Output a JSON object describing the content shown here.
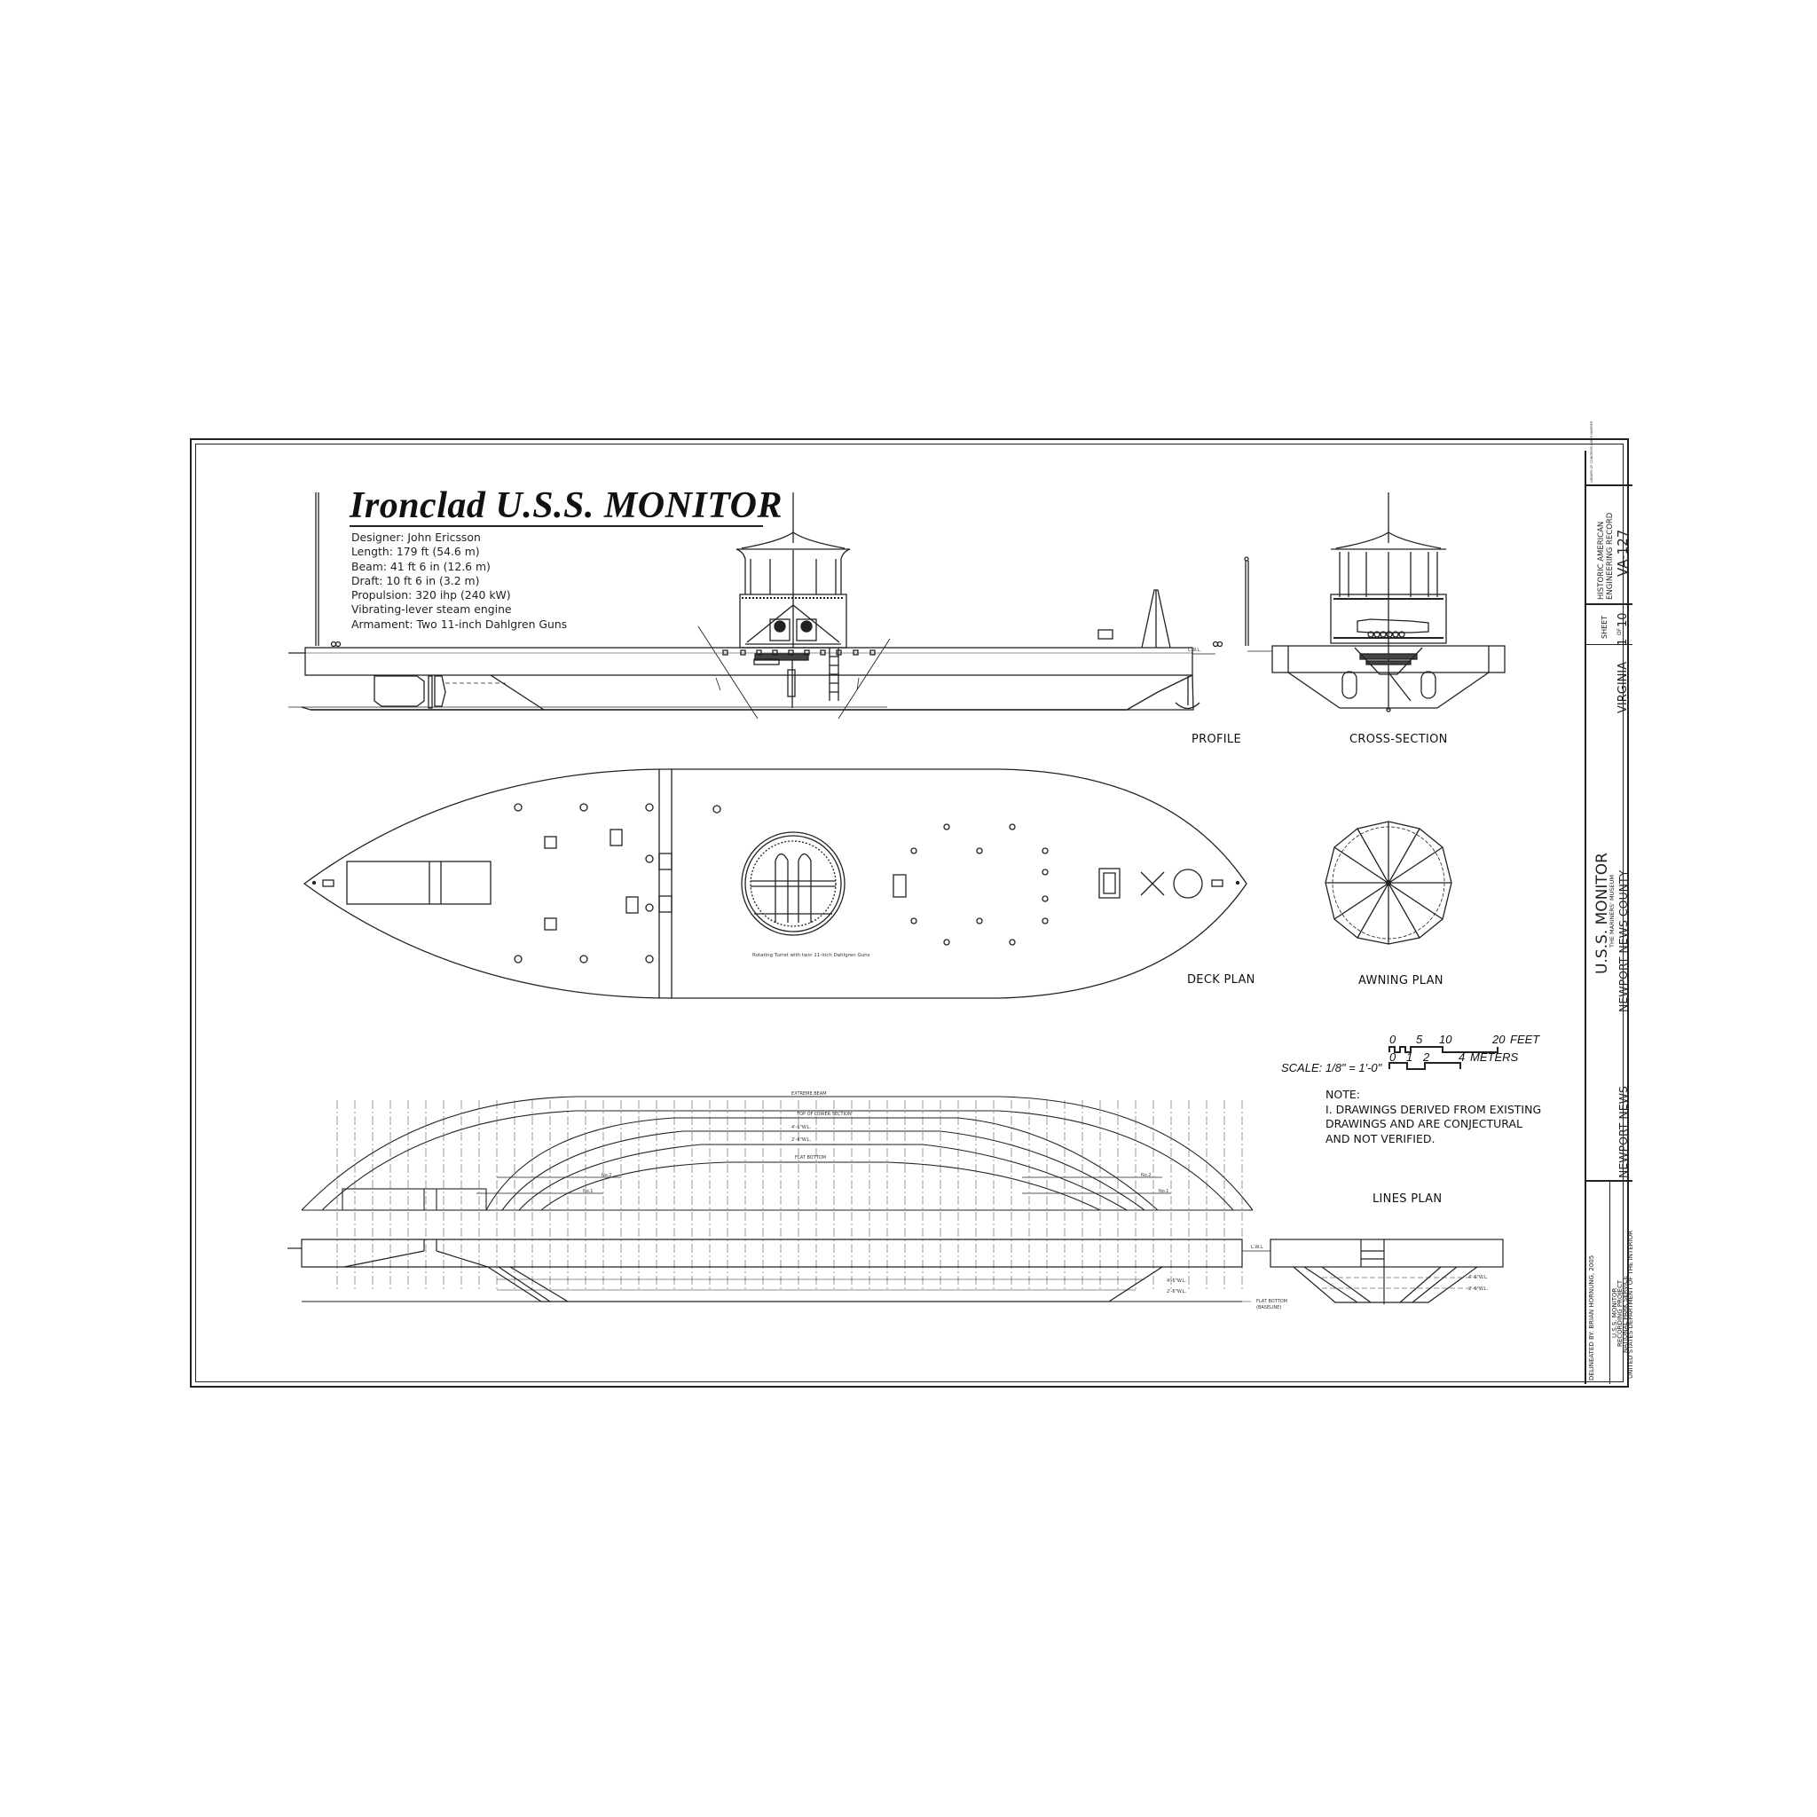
{
  "sheet": {
    "title": "Ironclad U.S.S. MONITOR",
    "specs": [
      "Designer: John Ericsson",
      "Length: 179 ft (54.6 m)",
      "Beam: 41 ft 6 in (12.6 m)",
      "Draft: 10 ft 6 in (3.2 m)",
      "Propulsion: 320 ihp (240 kW)",
      "Vibrating-lever steam engine",
      "Armament: Two 11-inch Dahlgren Guns"
    ]
  },
  "views": {
    "profile": "PROFILE",
    "cross_section": "CROSS-SECTION",
    "deck_plan": "DECK PLAN",
    "awning_plan": "AWNING PLAN",
    "lines_plan": "LINES PLAN",
    "turret_caption": "Rotating Turret with twin 11-inch Dahlgren Guns"
  },
  "annotations": {
    "lwl": "L.W.L.",
    "extreme_beam": "EXTREME BEAM",
    "top_lower_section": "TOP OF LOWER SECTION",
    "wl_4_6": "4'-6\"W.L.",
    "wl_2_6": "2'-6\"W.L.",
    "flat_bottom": "FLAT BOTTOM",
    "flat_bottom_baseline_1": "FLAT BOTTOM",
    "flat_bottom_baseline_2": "(BASELINE)",
    "no1": "No.1",
    "no2": "No.2"
  },
  "scale": {
    "label": "SCALE: 1/8\" = 1'-0\"",
    "feet_ticks": [
      "0",
      "5",
      "10",
      "20"
    ],
    "feet_unit": "FEET",
    "meter_ticks": [
      "0",
      "1",
      "2",
      "4"
    ],
    "meter_unit": "METERS"
  },
  "note": {
    "heading": "NOTE:",
    "lines": [
      "I. DRAWINGS DERIVED FROM EXISTING",
      "DRAWINGS AND ARE CONJECTURAL",
      "AND NOT VERIFIED."
    ]
  },
  "title_block": {
    "library_of_congress": "LIBRARY OF CONGRESS INDEX NUMBER",
    "record_line1": "HISTORIC AMERICAN",
    "record_line2": "ENGINEERING RECORD",
    "record_number": "VA-127",
    "sheet_label": "SHEET",
    "sheet_number": "1",
    "sheet_of": "OF",
    "sheet_total": "10",
    "state": "VIRGINIA",
    "project_name": "U.S.S. MONITOR",
    "museum": "THE MARINERS' MUSEUM",
    "county": "NEWPORT NEWS COUNTY",
    "city": "NEWPORT NEWS",
    "delineated_by": "DELINEATED BY:  BRIAN HORNUNG, 2005",
    "agency_lines": [
      "U.S.S. MONITOR",
      "RECORDING PROJECT",
      "NATIONAL PARK SERVICE",
      "UNITED STATES DEPARTMENT OF THE INTERIOR"
    ]
  }
}
